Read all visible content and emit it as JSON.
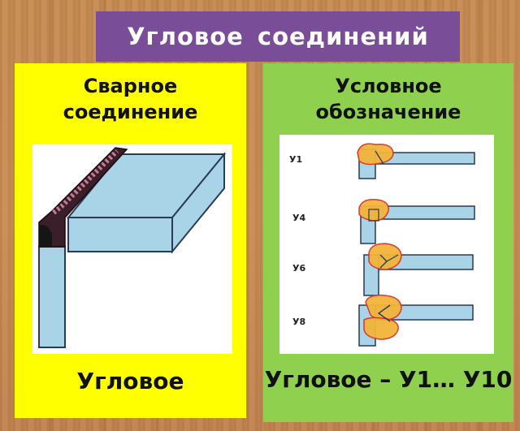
{
  "title": "Угловое соединений",
  "left_panel": {
    "heading": "Сварное соединение",
    "footer": "Угловое"
  },
  "right_panel": {
    "heading": "Условное обозначение",
    "footer": "Угловое – У1… У10",
    "symbols": [
      {
        "label": "У1"
      },
      {
        "label": "У4"
      },
      {
        "label": "У6"
      },
      {
        "label": "У8"
      }
    ]
  },
  "colors": {
    "title_bg": "#7a4d99",
    "left_panel_bg": "#ffff00",
    "right_panel_bg": "#8fd14f",
    "part_fill": "#a9d4e8",
    "weld_fill": "#f3b43a",
    "weld_outline": "#d8322a"
  }
}
